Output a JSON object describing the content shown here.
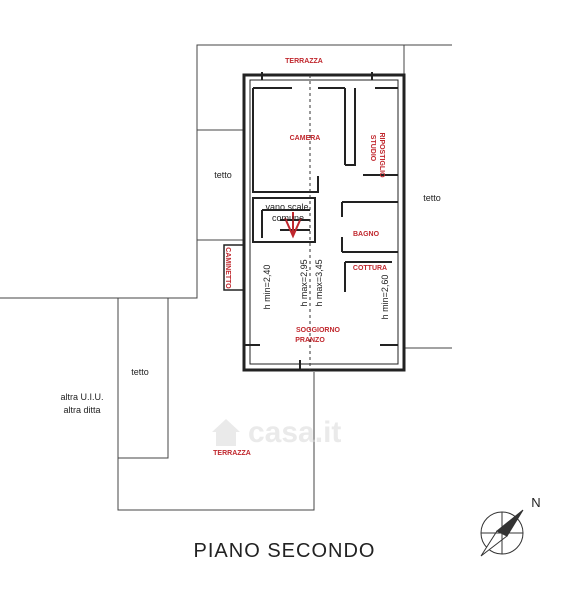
{
  "rooms": {
    "terrazza_top": "TERRAZZA",
    "camera": "CAMERA",
    "ripostiglio_line1": "RIPOSTIGLIO",
    "ripostiglio_line2": "STUDIO",
    "bagno": "BAGNO",
    "cottura": "COTTURA",
    "soggiorno_line1": "SOGGIORNO",
    "soggiorno_line2": "PRANZO",
    "caminetto": "CAMINETTO",
    "terrazza_bottom": "TERRAZZA"
  },
  "areas": {
    "tetto_left": "tetto",
    "tetto_right": "tetto",
    "tetto_lower": "tetto",
    "vano_scale_line1": "vano scale",
    "vano_scale_line2": "comune",
    "altra_uiu": "altra U.I.U.",
    "altra_ditta": "altra ditta"
  },
  "heights": {
    "h_min_left": "h min=2,40",
    "h_max_1": "h max=2,95",
    "h_max_2": "h max=3,45",
    "h_min_right": "h min=2,60"
  },
  "compass": {
    "label": "N"
  },
  "title": "PIANO SECONDO",
  "watermark": "casa.it",
  "colors": {
    "room_label": "#c0272d",
    "wall": "#333333",
    "arrow": "#c0272d"
  }
}
